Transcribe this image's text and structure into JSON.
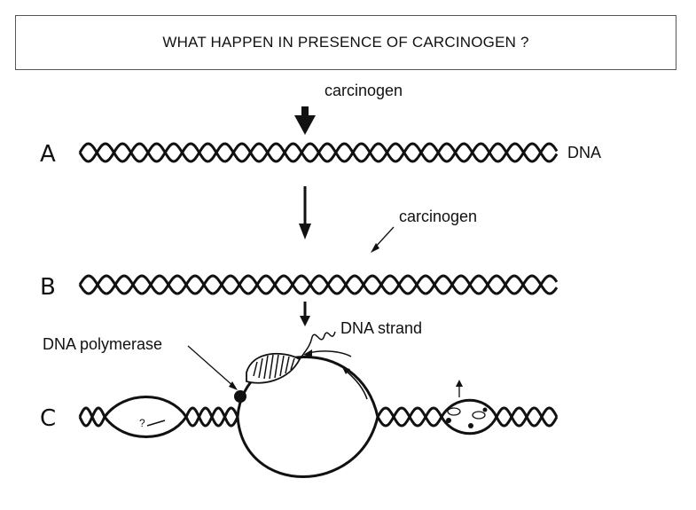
{
  "title": "WHAT HAPPEN IN PRESENCE OF CARCINOGEN ?",
  "rows": {
    "a": "A",
    "b": "B",
    "c": "C"
  },
  "labels": {
    "carcinogen_top": "carcinogen",
    "dna": "DNA",
    "carcinogen_mid": "carcinogen",
    "dna_strand": "DNA strand",
    "dna_polymerase": "DNA polymerase",
    "question_mark": "?"
  },
  "colors": {
    "ink": "#111111",
    "border": "#555555"
  }
}
